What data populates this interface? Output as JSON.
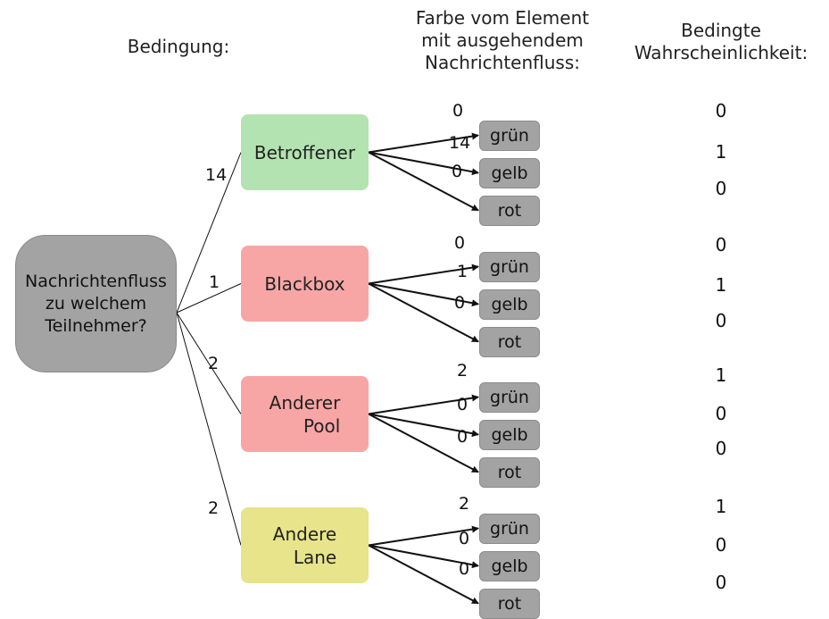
{
  "headers": {
    "condition": "Bedingung:",
    "color": "Farbe vom Element\nmit ausgehendem\nNachrichtenfluss:",
    "probability": "Bedingte\nWahrscheinlichkeit:"
  },
  "root": {
    "label": "Nachrichtenfluss\nzu welchem\nTeilnehmer?"
  },
  "categories": [
    {
      "label": "Betroffener",
      "count": "14",
      "fill": "#b3e3b1",
      "outcomes": [
        {
          "color": "grün",
          "count": "0",
          "prob": "0"
        },
        {
          "color": "gelb",
          "count": "14",
          "prob": "1"
        },
        {
          "color": "rot",
          "count": "0",
          "prob": "0"
        }
      ]
    },
    {
      "label": "Blackbox",
      "count": "1",
      "fill": "#f8a5a5",
      "outcomes": [
        {
          "color": "grün",
          "count": "0",
          "prob": "0"
        },
        {
          "color": "gelb",
          "count": "1",
          "prob": "1"
        },
        {
          "color": "rot",
          "count": "0",
          "prob": "0"
        }
      ]
    },
    {
      "label": "Anderer\nPool",
      "count": "2",
      "fill": "#f8a5a5",
      "outcomes": [
        {
          "color": "grün",
          "count": "2",
          "prob": "1"
        },
        {
          "color": "gelb",
          "count": "0",
          "prob": "0"
        },
        {
          "color": "rot",
          "count": "0",
          "prob": "0"
        }
      ]
    },
    {
      "label": "Andere\nLane",
      "count": "2",
      "fill": "#e7e48b",
      "outcomes": [
        {
          "color": "grün",
          "count": "2",
          "prob": "1"
        },
        {
          "color": "gelb",
          "count": "0",
          "prob": "0"
        },
        {
          "color": "rot",
          "count": "0",
          "prob": "0"
        }
      ]
    }
  ]
}
